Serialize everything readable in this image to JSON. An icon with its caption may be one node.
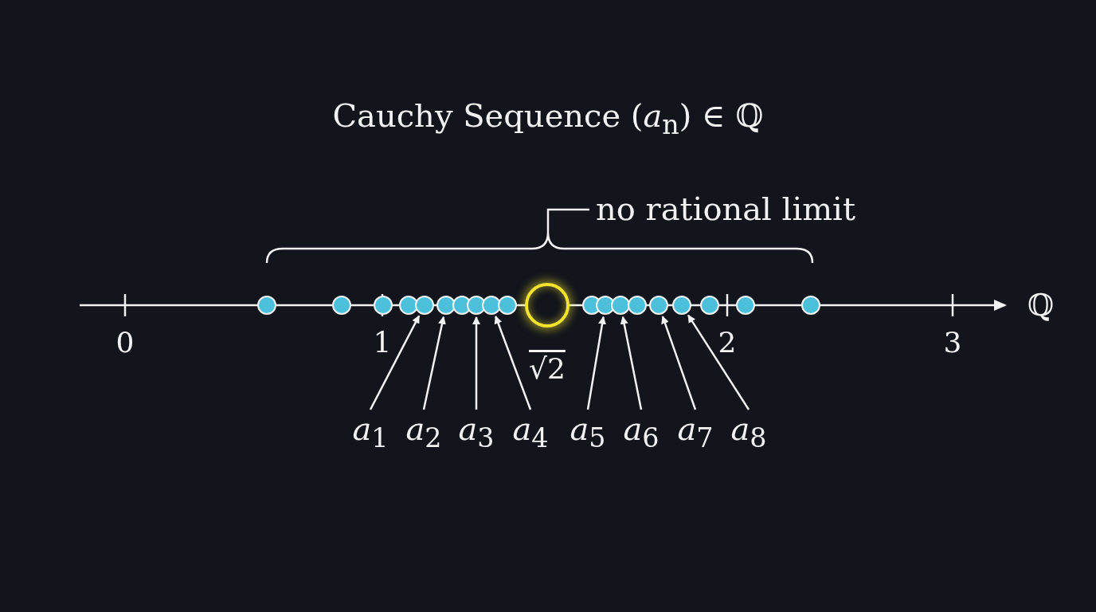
{
  "diagram": {
    "title": "Cauchy Sequence (*a*$_{n}$) ∈ ℚ",
    "nodes": [
      {
        "text": [],
        "shape": "circle"
      },
      {
        "text": [],
        "shape": "circle"
      },
      {
        "text": [],
        "shape": "circle"
      },
      {
        "text": [],
        "shape": "circle"
      },
      {
        "text": [],
        "shape": "circle"
      },
      {
        "text": [],
        "shape": "circle"
      },
      {
        "text": [],
        "shape": "circle"
      },
      {
        "text": [],
        "shape": "circle"
      },
      {
        "text": [],
        "shape": "circle"
      },
      {
        "text": [],
        "shape": "circle"
      },
      {
        "text": [],
        "shape": "circle",
        "beside": [
          "√2"
        ]
      },
      {
        "text": [],
        "shape": "circle"
      },
      {
        "text": [],
        "shape": "circle"
      },
      {
        "text": [],
        "shape": "circle"
      },
      {
        "text": [],
        "shape": "circle"
      },
      {
        "text": [],
        "shape": "circle"
      },
      {
        "text": [],
        "shape": "circle"
      },
      {
        "text": [],
        "shape": "circle"
      },
      {
        "text": [],
        "shape": "circle"
      },
      {
        "text": [],
        "shape": "circle"
      },
      {
        "text": [
          "*a*$_{1}$"
        ]
      },
      {
        "text": [
          "*a*$_{2}$"
        ]
      },
      {
        "text": [
          "*a*$_{3}$"
        ]
      },
      {
        "text": [
          "*a*$_{4}$"
        ]
      },
      {
        "text": [
          "*a*$_{5}$"
        ]
      },
      {
        "text": [
          "*a*$_{6}$"
        ]
      },
      {
        "text": [
          "*a*$_{7}$"
        ]
      },
      {
        "text": [
          "*a*$_{8}$"
        ]
      }
    ],
    "edges": [
      {
        "from": 20,
        "to": 4,
        "arrow": "to"
      },
      {
        "from": 21,
        "to": 5,
        "arrow": "to"
      },
      {
        "from": 22,
        "to": 7,
        "arrow": "to"
      },
      {
        "from": 23,
        "to": 8,
        "arrow": "to"
      },
      {
        "from": 24,
        "to": 12,
        "arrow": "to"
      },
      {
        "from": 25,
        "to": 13,
        "arrow": "to"
      },
      {
        "from": 26,
        "to": 15,
        "arrow": "to"
      },
      {
        "from": 27,
        "to": 16,
        "arrow": "to"
      }
    ],
    "labels": [
      "no rational limit",
      "0",
      "1",
      "2",
      "3",
      "ℚ"
    ]
  }
}
